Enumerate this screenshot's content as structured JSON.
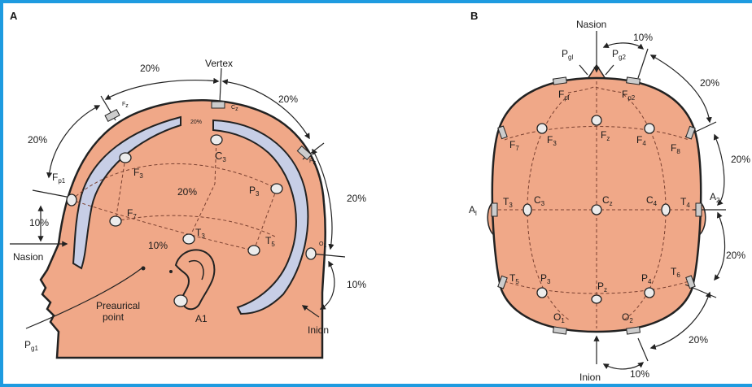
{
  "colors": {
    "frame": "#1e9be0",
    "skin": "#f0a888",
    "cortex": "#c7cee6",
    "outline": "#222222"
  },
  "panel_a": {
    "label": "A",
    "vertex": "Vertex",
    "nasion": "Nasion",
    "inion": "Inion",
    "preauricular_l1": "Preaurical",
    "preauricular_l2": "point",
    "a1": "A1",
    "pct": {
      "top_left": "20%",
      "top_right": "20%",
      "left": "20%",
      "right": "20%",
      "nasion": "10%",
      "bottom_right": "10%",
      "center": "20%",
      "lower": "10%",
      "cz_label": "20%"
    },
    "electrodes": {
      "fz": "F",
      "fz_sub": "z",
      "cz": "C",
      "cz_sub": "z",
      "pz": "P",
      "pz_sub": "z",
      "oz": "O",
      "oz_sub": "1",
      "fp1": "F",
      "fp1_sub": "p1",
      "f3": "F",
      "f3_sub": "3",
      "f7": "F",
      "f7_sub": "7",
      "c3": "C",
      "c3_sub": "3",
      "t3": "T",
      "t3_sub": "3",
      "p3": "P",
      "p3_sub": "3",
      "t5": "T",
      "t5_sub": "5",
      "pg1": "P",
      "pg1_sub": "g1"
    }
  },
  "panel_b": {
    "label": "B",
    "nasion": "Nasion",
    "inion": "Inion",
    "pct": {
      "top": "10%",
      "right_top": "20%",
      "right_far": "20%",
      "right_mid": "20%",
      "right_low": "20%",
      "bottom": "10%"
    },
    "electrodes": {
      "pg1": "P",
      "pg1_sub": "gl",
      "pg2": "P",
      "pg2_sub": "g2",
      "fp1": "F",
      "fp1_sub": "pl",
      "fp2": "F",
      "fp2_sub": "p2",
      "f7": "F",
      "f7_sub": "7",
      "f3": "F",
      "f3_sub": "3",
      "fz": "F",
      "fz_sub": "z",
      "f4": "F",
      "f4_sub": "4",
      "f8": "F",
      "f8_sub": "8",
      "a1": "A",
      "a1_sub": "l",
      "a2": "A",
      "a2_sub": "2",
      "t3": "T",
      "t3_sub": "3",
      "c3": "C",
      "c3_sub": "3",
      "cz": "C",
      "cz_sub": "z",
      "c4": "C",
      "c4_sub": "4",
      "t4": "T",
      "t4_sub": "4",
      "t5": "T",
      "t5_sub": "5",
      "p3": "P",
      "p3_sub": "3",
      "pz": "P",
      "pz_sub": "z",
      "p4": "P",
      "p4_sub": "4",
      "t6": "T",
      "t6_sub": "6",
      "o1": "O",
      "o1_sub": "1",
      "o2": "O",
      "o2_sub": "2"
    }
  }
}
